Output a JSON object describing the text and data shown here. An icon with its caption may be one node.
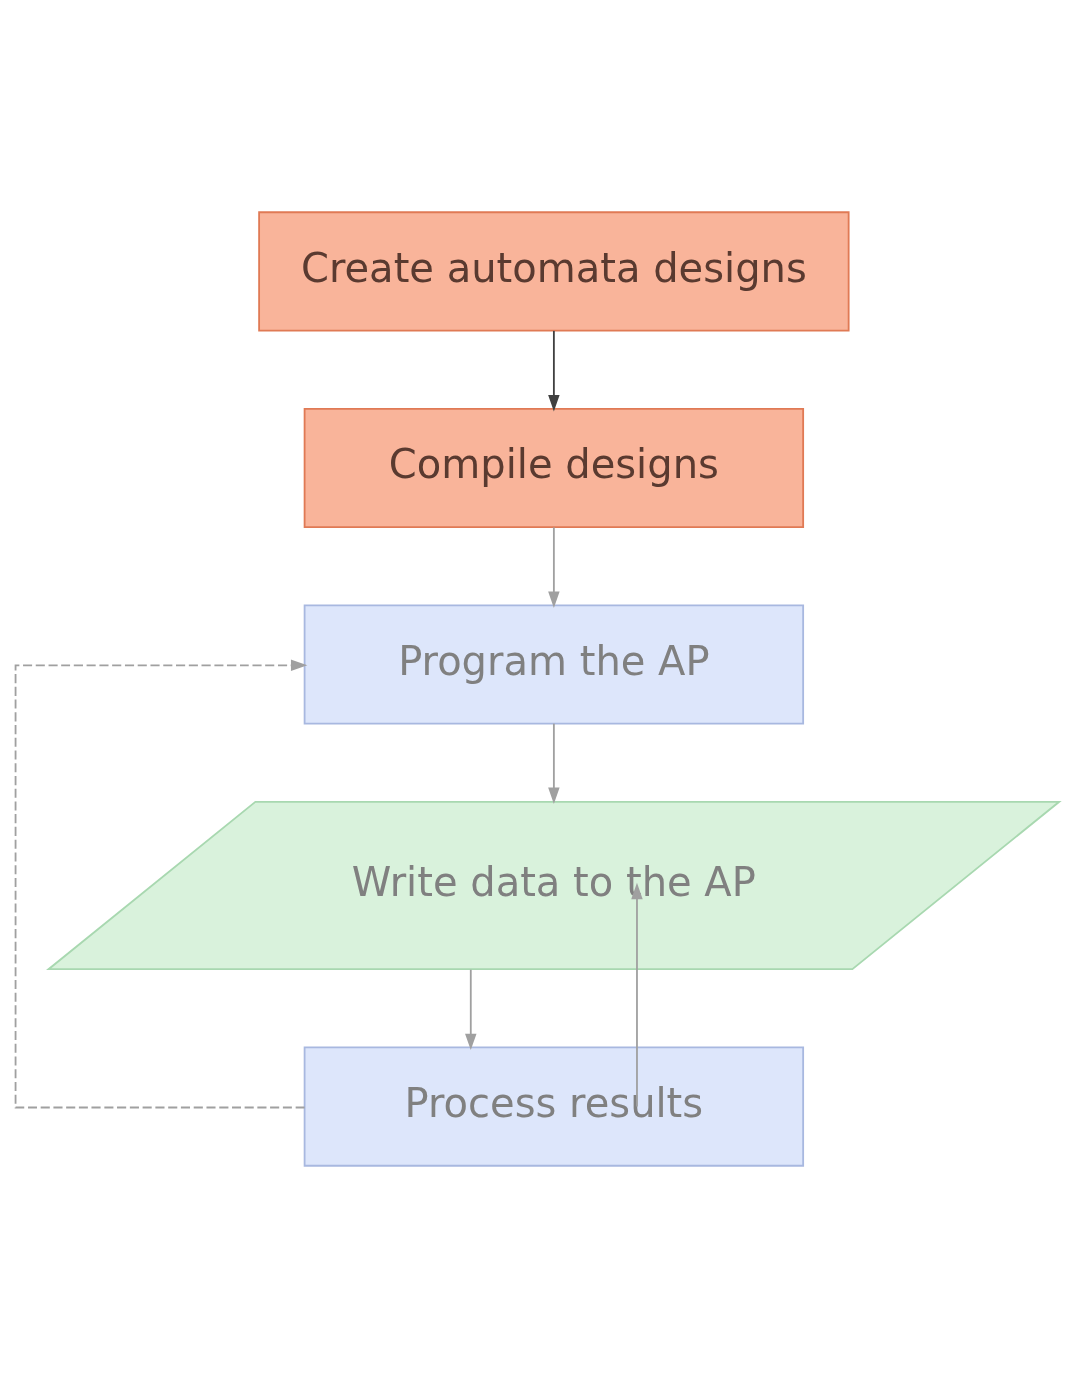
{
  "diagram": {
    "nodes": [
      {
        "text": [
          "Create automata designs"
        ]
      },
      {
        "text": [
          "Compile designs"
        ]
      },
      {
        "text": [
          "Program the AP"
        ]
      },
      {
        "text": [
          "Write data to the AP"
        ]
      },
      {
        "text": [
          "Process results"
        ]
      }
    ],
    "edges": [
      {
        "from": 0,
        "to": 1,
        "arrow": "to",
        "color": "#404040"
      },
      {
        "from": 1,
        "to": 2,
        "arrow": "to"
      },
      {
        "from": 2,
        "to": 3,
        "arrow": "to"
      },
      {
        "from": 3,
        "to": 4,
        "arrow": "to"
      },
      {
        "from": 4,
        "to": 2,
        "arrow": "to",
        "style": "dashed"
      },
      {
        "from": 4,
        "to": 3,
        "arrow": "to"
      }
    ]
  }
}
